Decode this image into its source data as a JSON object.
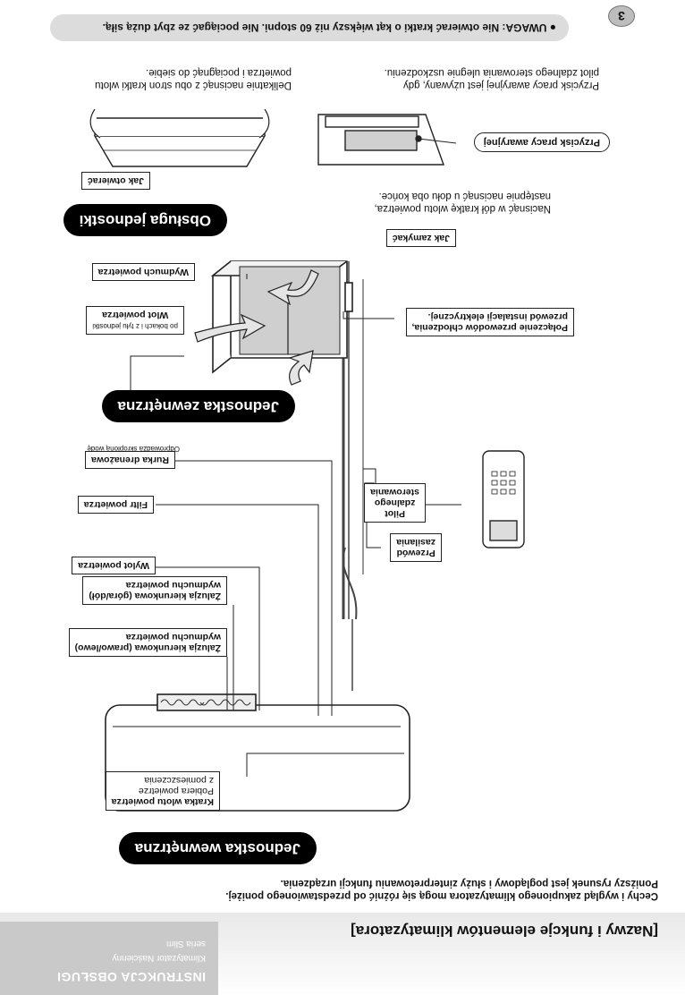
{
  "header": {
    "manual_title": "INSTRUKCJA OBSŁUGI",
    "manual_sub1": "Klimatyzator Naścienny",
    "manual_sub2": "seria Slim"
  },
  "section_heading": "[Nazwy i funkcje elementów klimatyzatora]",
  "intro": [
    "Cechy i wygląd zakupionego klimatyzatora mogą się różnić od przedstawionego poniżej.",
    "Poniższy rysunek jest poglądowy i służy zinterpretowaniu funkcji urządzenia."
  ],
  "indoor": {
    "heading": "Jednostka wewnętrzna",
    "grille_label": "Kratka wlotu powietrza",
    "grille_desc_1": "Pobiera powietrze",
    "grille_desc_2": "z pomieszczenia",
    "louver_lr_1": "Żaluzja kierunkowa (prawo/lewo)",
    "louver_lr_2": "wydmuchu powietrza",
    "louver_ud_1": "Żaluzja kierunkowa (góra/dół)",
    "louver_ud_2": "wydmuchu powietrza",
    "air_outlet": "Wylot powietrza",
    "air_filter": "Filtr powietrza",
    "drain_hose": "Rurka drenażowa",
    "drain_note": "Odprowadza skroploną wodę",
    "power_cord_1": "Przewód",
    "power_cord_2": "zasilania",
    "remote_1": "Pilot",
    "remote_2": "zdalnego",
    "remote_3": "sterowania"
  },
  "outdoor": {
    "heading": "Jednostka zewnętrzna",
    "air_inlet": "Wlot powietrza",
    "air_inlet_note": "po bokach i z tyłu jednostki",
    "air_exhaust": "Wydmuch powietrza",
    "conn_1": "Połączenie przewodów chłodzenia,",
    "conn_2": "przewód instalacji elektrycznej."
  },
  "operation": {
    "heading": "Obsługa jednostki",
    "open_label": "Jak otwierać",
    "open_text_1": "Delikatnie nacisnąć z obu stron kratki wlotu",
    "open_text_2": "powietrza i pociągnąć do siebie.",
    "close_label": "Jak zamykać",
    "close_text_1": "Nacisnąć w dół kratkę wlotu powietrza,",
    "close_text_2": "następnie nacisnąć u dołu oba końce.",
    "emergency_label": "Przycisk pracy awaryjnej",
    "emergency_text_1": "Przycisk pracy awaryjnej jest używany, gdy",
    "emergency_text_2": "pilot zdalnego sterowania ulegnie uszkodzeniu."
  },
  "warning": "● UWAGA: Nie otwierać kratki o kąt większy niż 60 stopni. Nie pociągać ze zbyt dużą siłą.",
  "page_number": "3"
}
